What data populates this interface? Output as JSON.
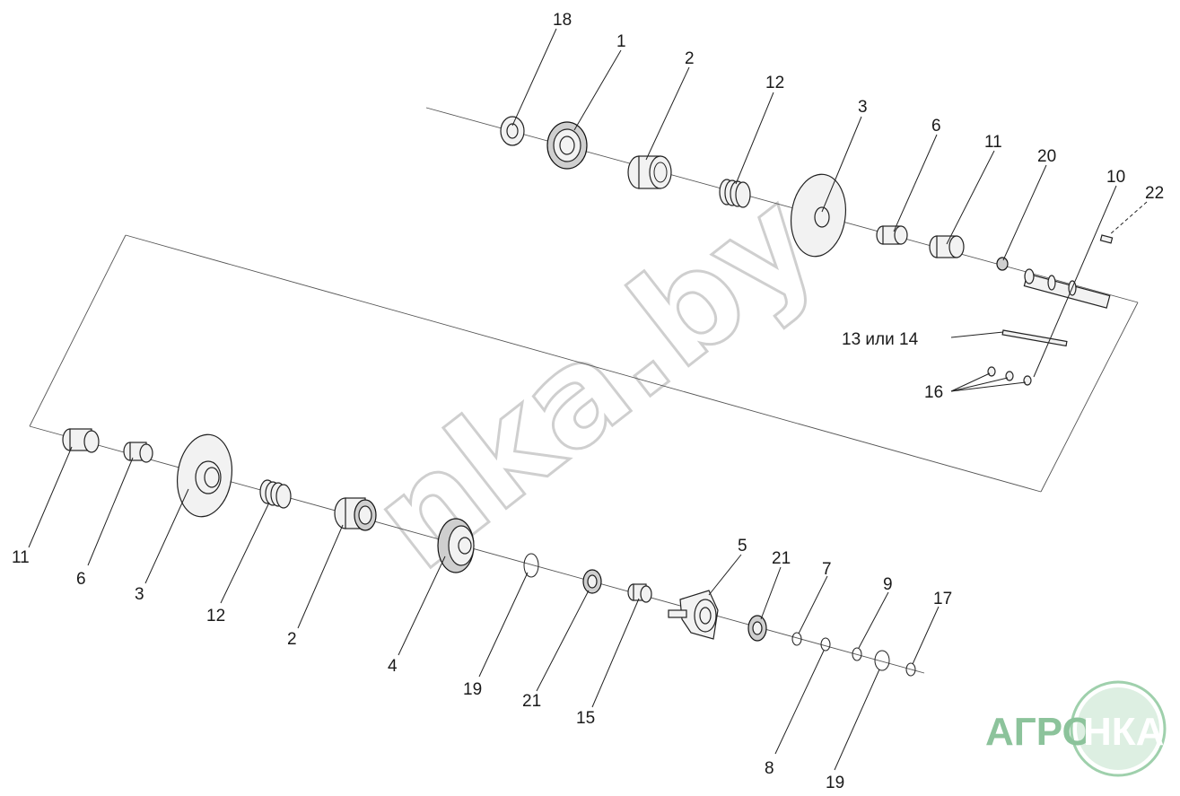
{
  "diagram": {
    "callouts": {
      "c18": "18",
      "c1": "1",
      "c2_top": "2",
      "c12_top": "12",
      "c3_top": "3",
      "c6_top": "6",
      "c11_top": "11",
      "c20": "20",
      "c10": "10",
      "c22": "22",
      "c13_14": "13 или 14",
      "c16": "16",
      "c11_bot": "11",
      "c6_bot": "6",
      "c3_bot": "3",
      "c12_bot": "12",
      "c2_bot": "2",
      "c4": "4",
      "c19_a": "19",
      "c21_a": "21",
      "c15": "15",
      "c5": "5",
      "c21_b": "21",
      "c7": "7",
      "c9": "9",
      "c17": "17",
      "c8": "8",
      "c19_b": "19"
    },
    "watermark": "nka.by",
    "logo": {
      "left": "АГРО",
      "right": "НКА",
      "green": "#7bbf8e",
      "circle": "#8fcca0"
    }
  }
}
